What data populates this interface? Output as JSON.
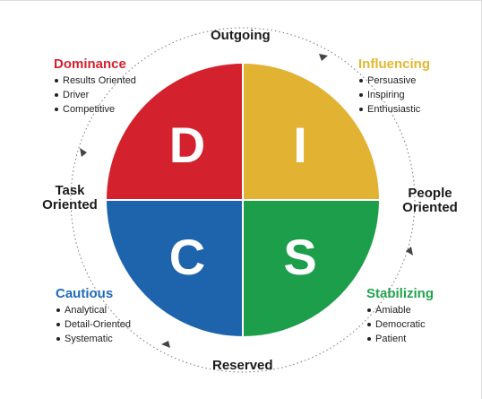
{
  "axes": {
    "top": "Outgoing",
    "bottom": "Reserved",
    "left": [
      "Task",
      "Oriented"
    ],
    "right": [
      "People",
      "Oriented"
    ]
  },
  "quadrants": {
    "d": {
      "letter": "D",
      "title": "Dominance",
      "traits": [
        "Results Oriented",
        "Driver",
        "Competitive"
      ],
      "color": "#d4212e",
      "title_color": "#d4212e"
    },
    "i": {
      "letter": "I",
      "title": "Influencing",
      "traits": [
        "Persuasive",
        "Inspiring",
        "Enthusiastic"
      ],
      "color": "#e2b232",
      "title_color": "#e3b830"
    },
    "c": {
      "letter": "C",
      "title": "Cautious",
      "traits": [
        "Analytical",
        "Detail-Oriented",
        "Systematic"
      ],
      "color": "#1e64ad",
      "title_color": "#1e6bb8"
    },
    "s": {
      "letter": "S",
      "title": "Stabilizing",
      "traits": [
        "Amiable",
        "Democratic",
        "Patient"
      ],
      "color": "#1c9e4a",
      "title_color": "#21a34d"
    }
  },
  "colors": {
    "ring": "#777777",
    "divider": "#ffffff",
    "text": "#1a1a1a"
  }
}
